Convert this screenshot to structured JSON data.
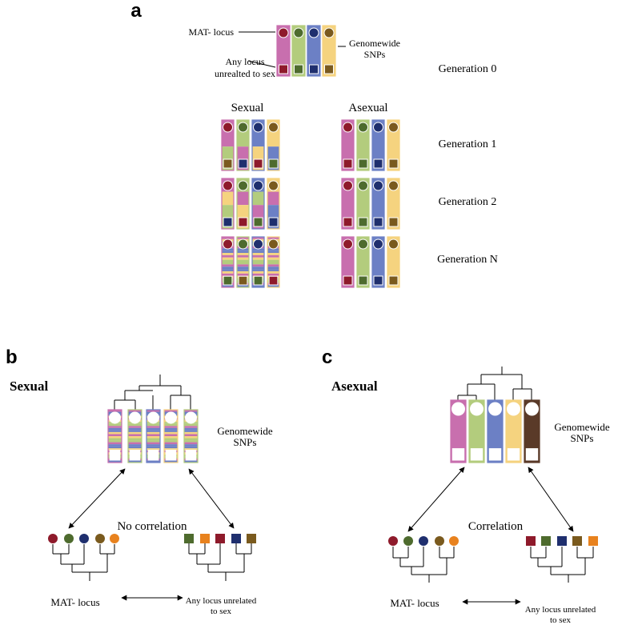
{
  "panel_a": {
    "letter": "a",
    "mat_locus_label": "MAT- locus",
    "any_locus_label_1": "Any locus",
    "any_locus_label_2": "unrealted to sex",
    "genomewide_label_1": "Genomewide",
    "genomewide_label_2": "SNPs",
    "sexual_heading": "Sexual",
    "asexual_heading": "Asexual",
    "generations": [
      "Generation 0",
      "Generation 1",
      "Generation 2",
      "Generation N"
    ]
  },
  "panel_b": {
    "letter": "b",
    "title": "Sexual",
    "genomewide_label_1": "Genomewide",
    "genomewide_label_2": "SNPs",
    "relation_label": "No correlation",
    "mat_label": "MAT- locus",
    "any_locus_label_1": "Any locus unrelated",
    "any_locus_label_2": "to sex"
  },
  "panel_c": {
    "letter": "c",
    "title": "Asexual",
    "genomewide_label_1": "Genomewide",
    "genomewide_label_2": "SNPs",
    "relation_label": "Correlation",
    "mat_label": "MAT- locus",
    "any_locus_label_1": "Any locus unrelated",
    "any_locus_label_2": "to sex"
  },
  "colors": {
    "pink": "#c86fae",
    "green": "#b3cc7d",
    "blue": "#6c80c5",
    "yellow": "#f5d37f",
    "brown_stripe": "#5a3a28",
    "dark_red": "#8e1a2b",
    "dark_green": "#4e6b2e",
    "dark_blue": "#1f2f6e",
    "dark_brown": "#7a5a1e",
    "orange": "#e8821e"
  }
}
